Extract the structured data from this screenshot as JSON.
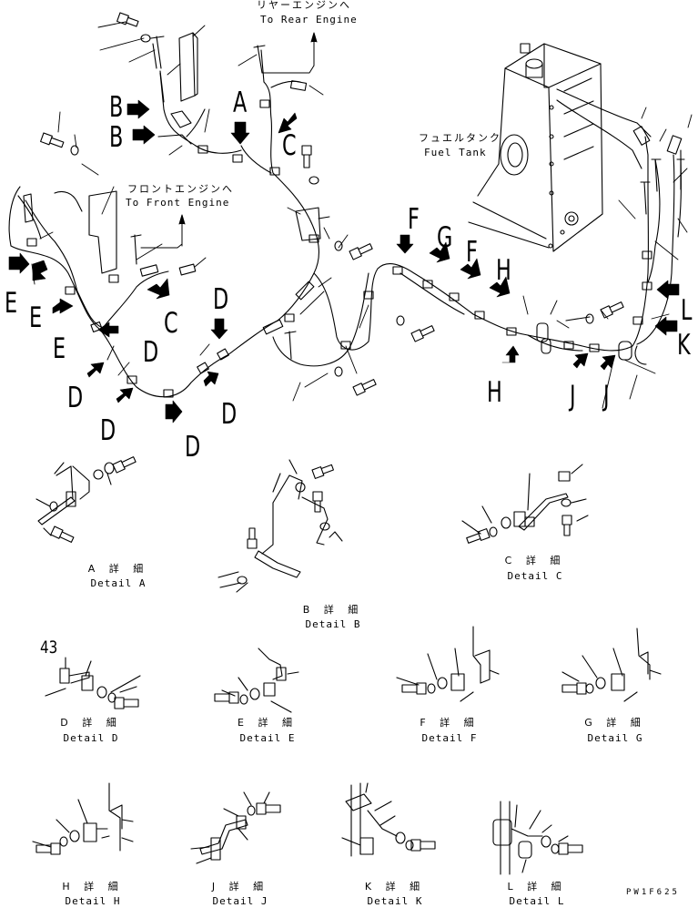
{
  "callouts": {
    "to_rear": {
      "jp": "リヤーエンジンへ",
      "en": "To Rear Engine"
    },
    "to_front": {
      "jp": "フロントエンジンへ",
      "en": "To Front Engine"
    },
    "fuel_tank": {
      "jp": "フュエルタンク",
      "en": "Fuel Tank"
    }
  },
  "view_letters": [
    "A",
    "B",
    "B",
    "C",
    "C",
    "D",
    "D",
    "D",
    "D",
    "D",
    "D",
    "E",
    "E",
    "E",
    "F",
    "F",
    "G",
    "H",
    "H",
    "J",
    "J",
    "K",
    "L"
  ],
  "details": [
    {
      "jp": "A 詳 細",
      "en": "Detail A"
    },
    {
      "jp": "B 詳 細",
      "en": "Detail B"
    },
    {
      "jp": "C 詳 細",
      "en": "Detail C"
    },
    {
      "jp": "D 詳 細",
      "en": "Detail D"
    },
    {
      "jp": "E 詳 細",
      "en": "Detail E"
    },
    {
      "jp": "F 詳 細",
      "en": "Detail F"
    },
    {
      "jp": "G 詳 細",
      "en": "Detail G"
    },
    {
      "jp": "H 詳 細",
      "en": "Detail H"
    },
    {
      "jp": "J 詳 細",
      "en": "Detail J"
    },
    {
      "jp": "K 詳 細",
      "en": "Detail K"
    },
    {
      "jp": "L 詳 細",
      "en": "Detail L"
    }
  ],
  "part_number": "43",
  "drawing_code": "PW1F625"
}
